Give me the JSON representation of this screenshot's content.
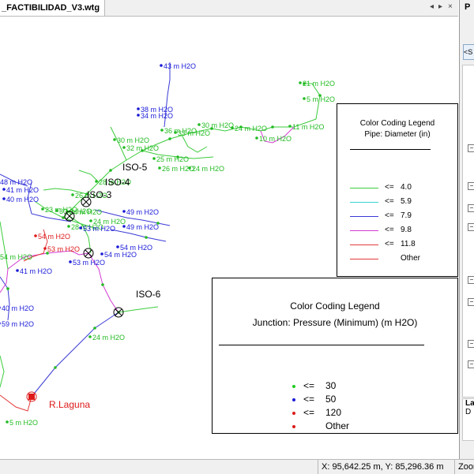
{
  "tab": {
    "title": "_FACTIBILIDAD_V3.wtg"
  },
  "tab_controls": {
    "prev": "◂",
    "next": "▸",
    "close": "×"
  },
  "right_panel": {
    "title": "P",
    "search_button": "<S",
    "bottom_title": "La",
    "bottom_text": "D"
  },
  "status": {
    "coordinates": "X: 95,642.25 m, Y: 85,296.36 m",
    "zoom": "Zoom"
  },
  "pipe_legend": {
    "title": "Color Coding Legend",
    "subtitle": "Pipe: Diameter (in)",
    "items": [
      {
        "op": "<=",
        "value": "4.0",
        "color": "#3ccc3c"
      },
      {
        "op": "<=",
        "value": "5.9",
        "color": "#35d4d4"
      },
      {
        "op": "<=",
        "value": "7.9",
        "color": "#3a3ad6"
      },
      {
        "op": "<=",
        "value": "9.8",
        "color": "#d23cd2"
      },
      {
        "op": "<=",
        "value": "11.8",
        "color": "#e23a3a"
      },
      {
        "op": "",
        "value": "Other",
        "color": "#e23a3a"
      }
    ]
  },
  "junction_legend": {
    "title": "Color Coding Legend",
    "subtitle": "Junction: Pressure (Minimum) (m H2O)",
    "items": [
      {
        "op": "<=",
        "value": "30",
        "color": "#22cc22"
      },
      {
        "op": "<=",
        "value": "50",
        "color": "#1a1ad8"
      },
      {
        "op": "<=",
        "value": "120",
        "color": "#dd1a1a"
      },
      {
        "op": "",
        "value": "Other",
        "color": "#dd1a1a"
      }
    ]
  },
  "map": {
    "colors": {
      "green": "#22bb22",
      "blue": "#1a1ad8",
      "red": "#dd1a1a",
      "magenta": "#cc33cc",
      "black": "#000000"
    },
    "iso_labels": [
      "ISO-5",
      "ISO-4",
      "ISO-3",
      "ISO-6"
    ],
    "reservoir_label": "R.Laguna",
    "pressure_labels_green": [
      "21 m H2O",
      "5 m H2O",
      "11 m H2O",
      "10 m H2O",
      "24 m H2O",
      "30 m H2O",
      "33 m H2O",
      "36 m H2O",
      "30 m H2O",
      "32 m H2O",
      "25 m H2O",
      "26 m H2O",
      "24 m H2O",
      "28 m H2O",
      "26 m H2O",
      "24 m H2O",
      "30 m H2O",
      "28 m H2O",
      "23 m H2O",
      "24 m H2O",
      "54 m H2O",
      "24 m H2O",
      "5 m H2O"
    ],
    "pressure_labels_blue": [
      "43 m H2O",
      "38 m H2O",
      "34 m H2O",
      "48 m H2O",
      "41 m H2O",
      "40 m H2O",
      "49 m H2O",
      "49 m H2O",
      "54 m H2O",
      "53 m H2O",
      "41 m H2O",
      "53 m H2O",
      "54 m H2O",
      "40 m H2O",
      "59 m H2O"
    ],
    "pressure_labels_red": [
      "54 m H2O",
      "53 m H2O"
    ]
  }
}
